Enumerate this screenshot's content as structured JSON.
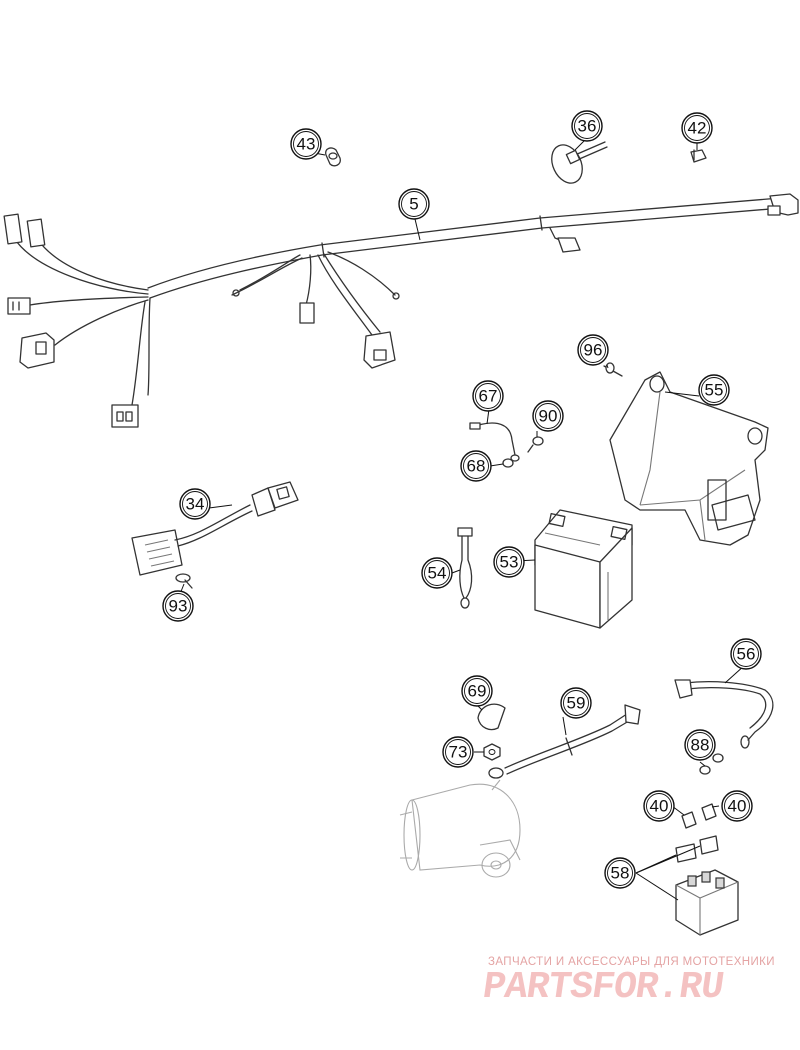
{
  "callouts": {
    "c5": "5",
    "c36": "36",
    "c42": "42",
    "c43": "43",
    "c34": "34",
    "c93": "93",
    "c96": "96",
    "c55": "55",
    "c67": "67",
    "c90": "90",
    "c68": "68",
    "c54": "54",
    "c53": "53",
    "c56": "56",
    "c69": "69",
    "c59": "59",
    "c73": "73",
    "c88": "88",
    "c40a": "40",
    "c40b": "40",
    "c58": "58"
  },
  "watermark": {
    "subtitle": "ЗАПЧАСТИ И АКСЕССУАРЫ ДЛЯ МОТОТЕХНИКИ",
    "logo": "PARTSFOR.RU"
  },
  "colors": {
    "line": "#333333",
    "watermark": "#f4c2c2"
  }
}
